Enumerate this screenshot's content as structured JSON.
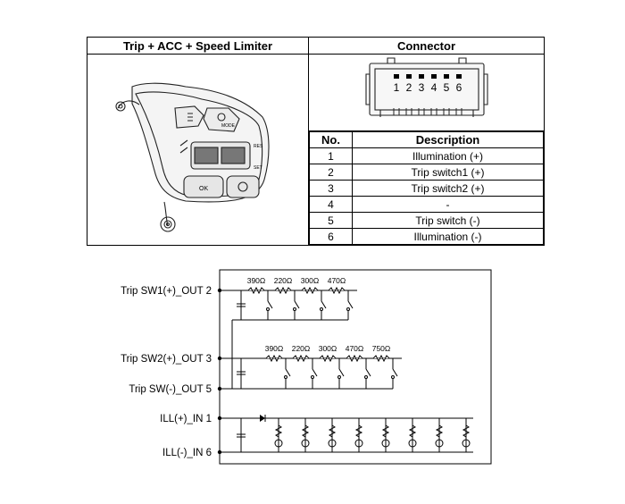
{
  "table": {
    "left_header": "Trip + ACC + Speed Limiter",
    "right_header": "Connector",
    "col_no": "No.",
    "col_desc": "Description",
    "pins": [
      {
        "no": "1",
        "desc": "Illumination (+)"
      },
      {
        "no": "2",
        "desc": "Trip switch1 (+)"
      },
      {
        "no": "3",
        "desc": "Trip switch2 (+)"
      },
      {
        "no": "4",
        "desc": "-"
      },
      {
        "no": "5",
        "desc": "Trip switch (-)"
      },
      {
        "no": "6",
        "desc": "Illumination (-)"
      }
    ],
    "connector_pins": [
      "1",
      "2",
      "3",
      "4",
      "5",
      "6"
    ],
    "switch_labels": {
      "mode": "MODE",
      "res": "RES",
      "set": "SET",
      "ok": "OK"
    }
  },
  "circuit": {
    "terminals": [
      {
        "name": "Trip SW1(+)_OUT",
        "pin": "2"
      },
      {
        "name": "Trip SW2(+)_OUT",
        "pin": "3"
      },
      {
        "name": "Trip SW(-)_OUT",
        "pin": "5"
      },
      {
        "name": "ILL(+)_IN",
        "pin": "1"
      },
      {
        "name": "ILL(-)_IN",
        "pin": "6"
      }
    ],
    "row1_resistors": [
      "390Ω",
      "220Ω",
      "300Ω",
      "470Ω"
    ],
    "row2_resistors": [
      "390Ω",
      "220Ω",
      "300Ω",
      "470Ω",
      "750Ω"
    ]
  }
}
